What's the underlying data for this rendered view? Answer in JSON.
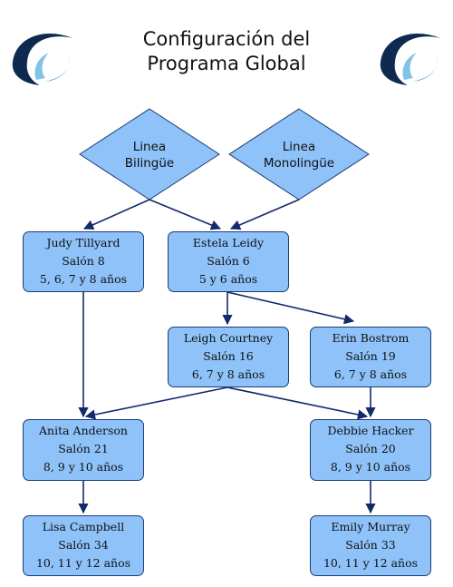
{
  "title": {
    "line1": "Configuración del",
    "line2": "Programa Global"
  },
  "logos": {
    "left": "crescent-logo-icon",
    "right": "crescent-logo-icon"
  },
  "colors": {
    "box_fill": "#8ec2f9",
    "box_border": "#1b3d74",
    "arrow": "#13296b",
    "logo_dark": "#0f2a4f",
    "logo_light": "#5ab1de"
  },
  "diamonds": {
    "bilingue": {
      "line1": "Linea",
      "line2": "Bilingüe"
    },
    "monolingue": {
      "line1": "Linea",
      "line2": "Monolingüe"
    }
  },
  "boxes": {
    "tillyard": {
      "name": "Judy Tillyard",
      "room": "Salón 8",
      "ages": "5, 6, 7 y 8 años"
    },
    "leidy": {
      "name": "Estela Leidy",
      "room": "Salón 6",
      "ages": "5 y 6 años"
    },
    "courtney": {
      "name": "Leigh Courtney",
      "room": "Salón 16",
      "ages": "6, 7 y 8 años"
    },
    "bostrom": {
      "name": "Erin Bostrom",
      "room": "Salón 19",
      "ages": "6, 7 y 8 años"
    },
    "anderson": {
      "name": "Anita Anderson",
      "room": "Salón 21",
      "ages": "8, 9 y 10 años"
    },
    "hacker": {
      "name": "Debbie Hacker",
      "room": "Salón 20",
      "ages": "8, 9 y 10 años"
    },
    "campbell": {
      "name": "Lisa Campbell",
      "room": "Salón 34",
      "ages": "10, 11 y 12 años"
    },
    "murray": {
      "name": "Emily Murray",
      "room": "Salón 33",
      "ages": "10, 11 y 12 años"
    }
  }
}
